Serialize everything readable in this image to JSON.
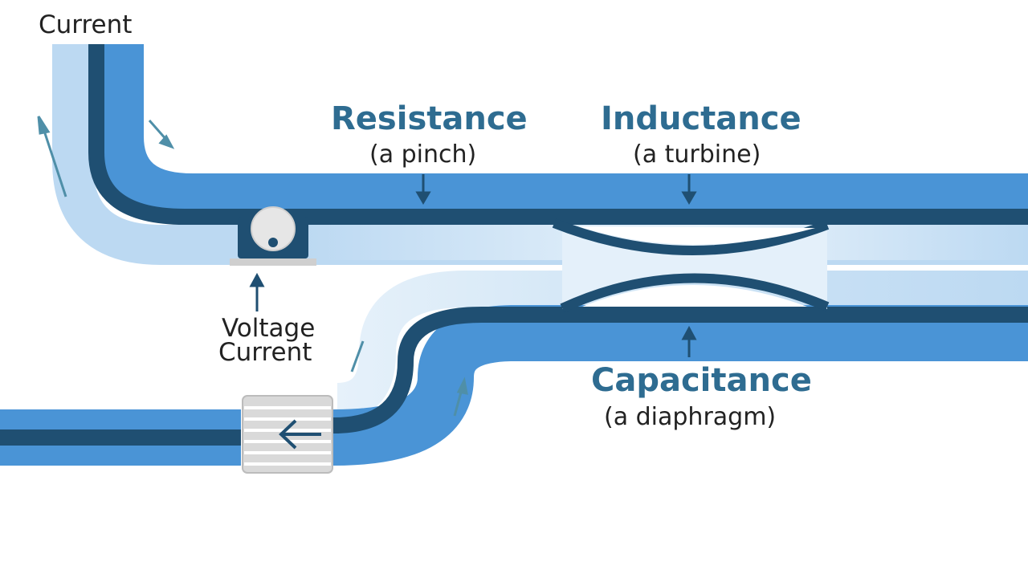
{
  "labels": {
    "top_left_current": "Current",
    "resistance_title": "Resistance",
    "resistance_sub": "(a pinch)",
    "inductance_title": "Inductance",
    "inductance_sub": "(a turbine)",
    "voltage_line1": "Voltage",
    "voltage_line2": "Current",
    "capacitance_title": "Capacitance",
    "capacitance_sub": "(a diaphragm)"
  },
  "colors": {
    "pipe_blue": "#4a94d6",
    "pipe_dark": "#1f4f72",
    "pipe_light": "#bcd9f2",
    "accent_text": "#2e6c91",
    "text": "#222222",
    "arrow": "#4f8fa8",
    "component_grey": "#d7d7d7"
  }
}
